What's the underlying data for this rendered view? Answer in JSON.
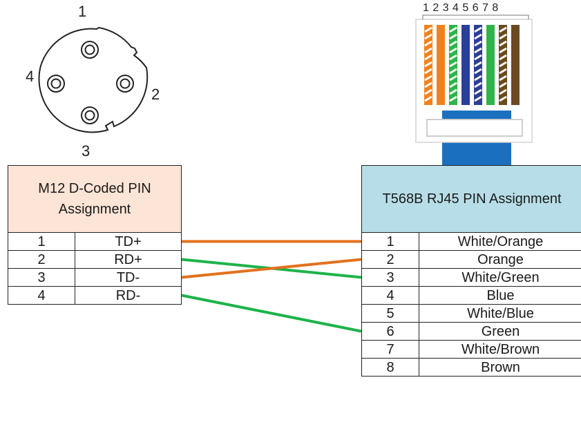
{
  "m12": {
    "connector_pin_labels": [
      "1",
      "2",
      "3",
      "4"
    ],
    "table_title": "M12 D-Coded PIN Assignment",
    "rows": [
      {
        "pin": "1",
        "signal": "TD+"
      },
      {
        "pin": "2",
        "signal": "RD+"
      },
      {
        "pin": "3",
        "signal": "TD-"
      },
      {
        "pin": "4",
        "signal": "RD-"
      }
    ]
  },
  "rj45": {
    "plug_pin_numbers": "1 2 3 4 5 6 7 8",
    "table_title": "T568B RJ45 PIN Assignment",
    "rows": [
      {
        "pin": "1",
        "color": "White/Orange"
      },
      {
        "pin": "2",
        "color": "Orange"
      },
      {
        "pin": "3",
        "color": "White/Green"
      },
      {
        "pin": "4",
        "color": "Blue"
      },
      {
        "pin": "5",
        "color": "White/Blue"
      },
      {
        "pin": "6",
        "color": "Green"
      },
      {
        "pin": "7",
        "color": "White/Brown"
      },
      {
        "pin": "8",
        "color": "Brown"
      }
    ]
  },
  "wiring": [
    {
      "from_m12_pin": "1",
      "to_rj45_pin": "1",
      "color": "#e2711d"
    },
    {
      "from_m12_pin": "2",
      "to_rj45_pin": "3",
      "color": "#1db34a"
    },
    {
      "from_m12_pin": "3",
      "to_rj45_pin": "2",
      "color": "#e2711d"
    },
    {
      "from_m12_pin": "4",
      "to_rj45_pin": "6",
      "color": "#1db34a"
    }
  ],
  "colors": {
    "orange_wire": "#e2711d",
    "green_wire": "#1db34a",
    "m12_header_fill": "#fce4d6",
    "rj45_header_fill": "#b7dee8",
    "plug_body": "#1a6fbf"
  },
  "plug_wire_colors": [
    "#f0821e",
    "#f0821e",
    "#2fb34a",
    "#2a3f9a",
    "#2a3f9a",
    "#2fb34a",
    "#6b4a22",
    "#6b4a22"
  ],
  "plug_wire_striped": [
    true,
    false,
    true,
    false,
    true,
    false,
    true,
    false
  ]
}
